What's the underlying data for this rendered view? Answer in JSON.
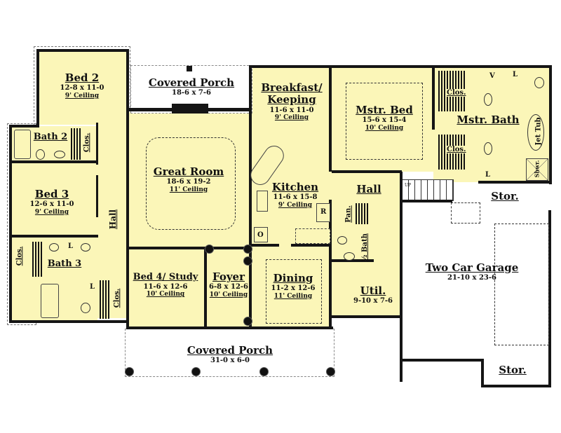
{
  "plan": {
    "fill_color": "#fbf6b8",
    "wall_color": "#151515",
    "rooms": [
      {
        "name": "Bed 2",
        "dims": "12-8 x 11-0",
        "ceiling": "9' Ceiling"
      },
      {
        "name": "Covered Porch",
        "dims": "18-6 x 7-6"
      },
      {
        "name": "Breakfast/ Keeping",
        "line1": "Breakfast/",
        "line2": "Keeping",
        "dims": "11-6 x 11-0",
        "ceiling": "9' Ceiling"
      },
      {
        "name": "Mstr. Bed",
        "dims": "15-6 x 15-4",
        "ceiling": "10' Ceiling"
      },
      {
        "name": "Mstr. Bath"
      },
      {
        "name": "Bath 2"
      },
      {
        "name": "Great Room",
        "dims": "18-6 x 19-2",
        "ceiling": "11' Ceiling"
      },
      {
        "name": "Bed 3",
        "dims": "12-6 x 11-0",
        "ceiling": "9' Ceiling"
      },
      {
        "name": "Hall"
      },
      {
        "name": "Kitchen",
        "dims": "11-6 x 15-8",
        "ceiling": "9' Ceiling"
      },
      {
        "name": "Hall"
      },
      {
        "name": "Bath 3"
      },
      {
        "name": "Bed 4/ Study",
        "dims": "11-6 x 12-6",
        "ceiling": "10' Ceiling"
      },
      {
        "name": "Foyer",
        "dims": "6-8 x 12-6",
        "ceiling": "10' Ceiling"
      },
      {
        "name": "Dining",
        "dims": "11-2 x 12-6",
        "ceiling": "11' Ceiling"
      },
      {
        "name": "Util.",
        "dims": "9-10 x 7-6"
      },
      {
        "name": "Two Car Garage",
        "dims": "21-10 x 23-6"
      },
      {
        "name": "Stor."
      },
      {
        "name": "Stor."
      },
      {
        "name": "Covered Porch",
        "dims": "31-0 x 6-0"
      }
    ],
    "small_labels": {
      "clos": "Clos.",
      "pan": "Pan.",
      "half_bath": "½ Bath",
      "jet_tub": "Jet Tub",
      "shwr": "Shwr.",
      "linen": "L",
      "vanity": "V",
      "refrigerator": "R",
      "oven": "O",
      "up": "UP"
    }
  }
}
